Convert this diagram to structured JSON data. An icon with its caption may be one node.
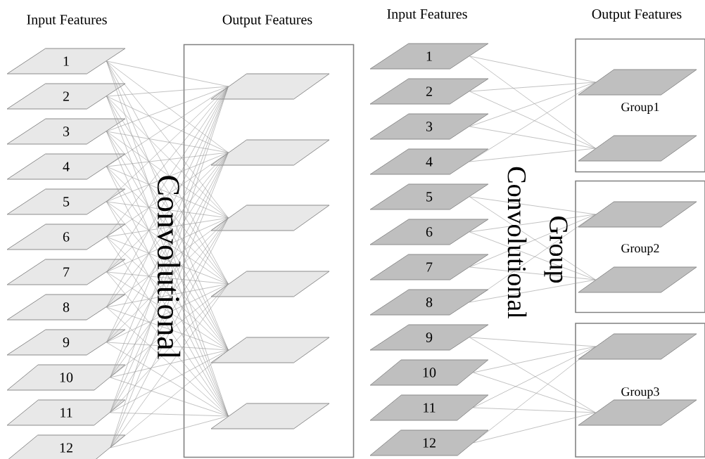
{
  "diagram": {
    "nodes": [
      {
        "text": [
          "1"
        ]
      },
      {
        "text": [
          "2"
        ]
      },
      {
        "text": [
          "3"
        ]
      },
      {
        "text": [
          "4"
        ]
      },
      {
        "text": [
          "5"
        ]
      },
      {
        "text": [
          "6"
        ]
      },
      {
        "text": [
          "7"
        ]
      },
      {
        "text": [
          "8"
        ]
      },
      {
        "text": [
          "9"
        ]
      },
      {
        "text": [
          "10"
        ]
      },
      {
        "text": [
          "11"
        ]
      },
      {
        "text": [
          "12"
        ]
      },
      {
        "text": [],
        "shape": "box"
      },
      {
        "text": [],
        "shape": "parallelogram",
        "in": 12
      },
      {
        "text": [],
        "shape": "parallelogram",
        "in": 12
      },
      {
        "text": [],
        "shape": "parallelogram",
        "in": 12
      },
      {
        "text": [],
        "shape": "parallelogram",
        "in": 12
      },
      {
        "text": [],
        "shape": "parallelogram",
        "in": 12
      },
      {
        "text": [],
        "shape": "parallelogram",
        "in": 12
      },
      {
        "text": [
          "1"
        ]
      },
      {
        "text": [
          "2"
        ]
      },
      {
        "text": [
          "3"
        ]
      },
      {
        "text": [
          "4"
        ]
      },
      {
        "text": [
          "5"
        ]
      },
      {
        "text": [
          "6"
        ]
      },
      {
        "text": [
          "7"
        ]
      },
      {
        "text": [
          "8"
        ]
      },
      {
        "text": [
          "9"
        ]
      },
      {
        "text": [
          "10"
        ]
      },
      {
        "text": [
          "11"
        ]
      },
      {
        "text": [
          "12"
        ]
      },
      {
        "text": [
          "Group1"
        ]
      },
      {
        "text": [],
        "shape": "parallelogram",
        "in": 31
      },
      {
        "text": [],
        "shape": "parallelogram",
        "in": 31
      },
      {
        "text": [
          "Group2"
        ]
      },
      {
        "text": [],
        "shape": "parallelogram",
        "in": 34
      },
      {
        "text": [],
        "shape": "parallelogram",
        "in": 34
      },
      {
        "text": [
          "Group3"
        ]
      },
      {
        "text": [],
        "shape": "parallelogram",
        "in": 37
      },
      {
        "text": [],
        "shape": "parallelogram",
        "in": 37
      }
    ],
    "edges": [
      {
        "from": 0,
        "to": 13,
        "arrow": "none"
      },
      {
        "from": 0,
        "to": 14,
        "arrow": "none"
      },
      {
        "from": 0,
        "to": 15,
        "arrow": "none"
      },
      {
        "from": 0,
        "to": 16,
        "arrow": "none"
      },
      {
        "from": 0,
        "to": 17,
        "arrow": "none"
      },
      {
        "from": 0,
        "to": 18,
        "arrow": "none"
      },
      {
        "from": 1,
        "to": 13,
        "arrow": "none"
      },
      {
        "from": 1,
        "to": 14,
        "arrow": "none"
      },
      {
        "from": 1,
        "to": 15,
        "arrow": "none"
      },
      {
        "from": 1,
        "to": 16,
        "arrow": "none"
      },
      {
        "from": 1,
        "to": 17,
        "arrow": "none"
      },
      {
        "from": 1,
        "to": 18,
        "arrow": "none"
      },
      {
        "from": 2,
        "to": 13,
        "arrow": "none"
      },
      {
        "from": 2,
        "to": 14,
        "arrow": "none"
      },
      {
        "from": 2,
        "to": 15,
        "arrow": "none"
      },
      {
        "from": 2,
        "to": 16,
        "arrow": "none"
      },
      {
        "from": 2,
        "to": 17,
        "arrow": "none"
      },
      {
        "from": 2,
        "to": 18,
        "arrow": "none"
      },
      {
        "from": 3,
        "to": 13,
        "arrow": "none"
      },
      {
        "from": 3,
        "to": 14,
        "arrow": "none"
      },
      {
        "from": 3,
        "to": 15,
        "arrow": "none"
      },
      {
        "from": 3,
        "to": 16,
        "arrow": "none"
      },
      {
        "from": 3,
        "to": 17,
        "arrow": "none"
      },
      {
        "from": 3,
        "to": 18,
        "arrow": "none"
      },
      {
        "from": 4,
        "to": 13,
        "arrow": "none"
      },
      {
        "from": 4,
        "to": 14,
        "arrow": "none"
      },
      {
        "from": 4,
        "to": 15,
        "arrow": "none"
      },
      {
        "from": 4,
        "to": 16,
        "arrow": "none"
      },
      {
        "from": 4,
        "to": 17,
        "arrow": "none"
      },
      {
        "from": 4,
        "to": 18,
        "arrow": "none"
      },
      {
        "from": 5,
        "to": 13,
        "arrow": "none"
      },
      {
        "from": 5,
        "to": 14,
        "arrow": "none"
      },
      {
        "from": 5,
        "to": 15,
        "arrow": "none"
      },
      {
        "from": 5,
        "to": 16,
        "arrow": "none"
      },
      {
        "from": 5,
        "to": 17,
        "arrow": "none"
      },
      {
        "from": 5,
        "to": 18,
        "arrow": "none"
      },
      {
        "from": 6,
        "to": 13,
        "arrow": "none"
      },
      {
        "from": 6,
        "to": 14,
        "arrow": "none"
      },
      {
        "from": 6,
        "to": 15,
        "arrow": "none"
      },
      {
        "from": 6,
        "to": 16,
        "arrow": "none"
      },
      {
        "from": 6,
        "to": 17,
        "arrow": "none"
      },
      {
        "from": 6,
        "to": 18,
        "arrow": "none"
      },
      {
        "from": 7,
        "to": 13,
        "arrow": "none"
      },
      {
        "from": 7,
        "to": 14,
        "arrow": "none"
      },
      {
        "from": 7,
        "to": 15,
        "arrow": "none"
      },
      {
        "from": 7,
        "to": 16,
        "arrow": "none"
      },
      {
        "from": 7,
        "to": 17,
        "arrow": "none"
      },
      {
        "from": 7,
        "to": 18,
        "arrow": "none"
      },
      {
        "from": 8,
        "to": 13,
        "arrow": "none"
      },
      {
        "from": 8,
        "to": 14,
        "arrow": "none"
      },
      {
        "from": 8,
        "to": 15,
        "arrow": "none"
      },
      {
        "from": 8,
        "to": 16,
        "arrow": "none"
      },
      {
        "from": 8,
        "to": 17,
        "arrow": "none"
      },
      {
        "from": 8,
        "to": 18,
        "arrow": "none"
      },
      {
        "from": 9,
        "to": 13,
        "arrow": "none"
      },
      {
        "from": 9,
        "to": 14,
        "arrow": "none"
      },
      {
        "from": 9,
        "to": 15,
        "arrow": "none"
      },
      {
        "from": 9,
        "to": 16,
        "arrow": "none"
      },
      {
        "from": 9,
        "to": 17,
        "arrow": "none"
      },
      {
        "from": 9,
        "to": 18,
        "arrow": "none"
      },
      {
        "from": 10,
        "to": 13,
        "arrow": "none"
      },
      {
        "from": 10,
        "to": 14,
        "arrow": "none"
      },
      {
        "from": 10,
        "to": 15,
        "arrow": "none"
      },
      {
        "from": 10,
        "to": 16,
        "arrow": "none"
      },
      {
        "from": 10,
        "to": 17,
        "arrow": "none"
      },
      {
        "from": 10,
        "to": 18,
        "arrow": "none"
      },
      {
        "from": 11,
        "to": 13,
        "arrow": "none"
      },
      {
        "from": 11,
        "to": 14,
        "arrow": "none"
      },
      {
        "from": 11,
        "to": 15,
        "arrow": "none"
      },
      {
        "from": 11,
        "to": 16,
        "arrow": "none"
      },
      {
        "from": 11,
        "to": 17,
        "arrow": "none"
      },
      {
        "from": 11,
        "to": 18,
        "arrow": "none"
      },
      {
        "from": 19,
        "to": 32,
        "arrow": "none"
      },
      {
        "from": 19,
        "to": 33,
        "arrow": "none"
      },
      {
        "from": 20,
        "to": 32,
        "arrow": "none"
      },
      {
        "from": 20,
        "to": 33,
        "arrow": "none"
      },
      {
        "from": 21,
        "to": 32,
        "arrow": "none"
      },
      {
        "from": 21,
        "to": 33,
        "arrow": "none"
      },
      {
        "from": 22,
        "to": 32,
        "arrow": "none"
      },
      {
        "from": 22,
        "to": 33,
        "arrow": "none"
      },
      {
        "from": 23,
        "to": 35,
        "arrow": "none"
      },
      {
        "from": 23,
        "to": 36,
        "arrow": "none"
      },
      {
        "from": 24,
        "to": 35,
        "arrow": "none"
      },
      {
        "from": 24,
        "to": 36,
        "arrow": "none"
      },
      {
        "from": 25,
        "to": 35,
        "arrow": "none"
      },
      {
        "from": 25,
        "to": 36,
        "arrow": "none"
      },
      {
        "from": 26,
        "to": 35,
        "arrow": "none"
      },
      {
        "from": 26,
        "to": 36,
        "arrow": "none"
      },
      {
        "from": 27,
        "to": 38,
        "arrow": "none"
      },
      {
        "from": 27,
        "to": 39,
        "arrow": "none"
      },
      {
        "from": 28,
        "to": 38,
        "arrow": "none"
      },
      {
        "from": 28,
        "to": 39,
        "arrow": "none"
      },
      {
        "from": 29,
        "to": 38,
        "arrow": "none"
      },
      {
        "from": 29,
        "to": 39,
        "arrow": "none"
      },
      {
        "from": 30,
        "to": 38,
        "arrow": "none"
      },
      {
        "from": 30,
        "to": 39,
        "arrow": "none"
      }
    ],
    "labels": [
      "Input Features",
      "Output Features",
      "Convolutional",
      "Input Features",
      "Output Features",
      "Group",
      "Convolutional"
    ]
  }
}
